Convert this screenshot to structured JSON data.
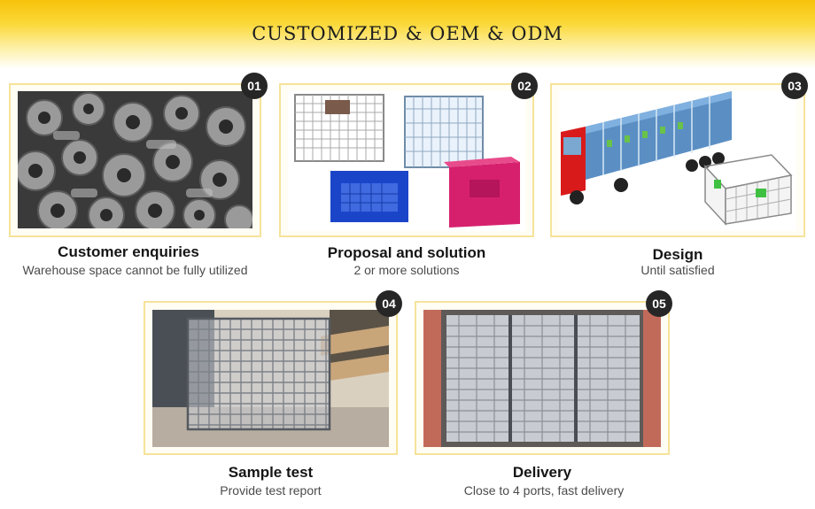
{
  "header": {
    "title": "CUSTOMIZED & OEM & ODM"
  },
  "steps": [
    {
      "number": "01",
      "title": "Customer enquiries",
      "subtitle": "Warehouse space cannot be fully utilized",
      "image": "metal-castings-photo"
    },
    {
      "number": "02",
      "title": "Proposal and solution",
      "subtitle": "2 or more solutions",
      "image": "storage-cages-photo"
    },
    {
      "number": "03",
      "title": "Design",
      "subtitle": "Until satisfied",
      "image": "truck-cage-design-render"
    },
    {
      "number": "04",
      "title": "Sample test",
      "subtitle": "Provide test report",
      "image": "wire-cage-sample-photo"
    },
    {
      "number": "05",
      "title": "Delivery",
      "subtitle": "Close to 4 ports, fast delivery",
      "image": "container-loaded-cages-photo"
    }
  ],
  "colors": {
    "banner": "#f7c20a",
    "frame": "#f6e39a",
    "badge": "#262626"
  }
}
